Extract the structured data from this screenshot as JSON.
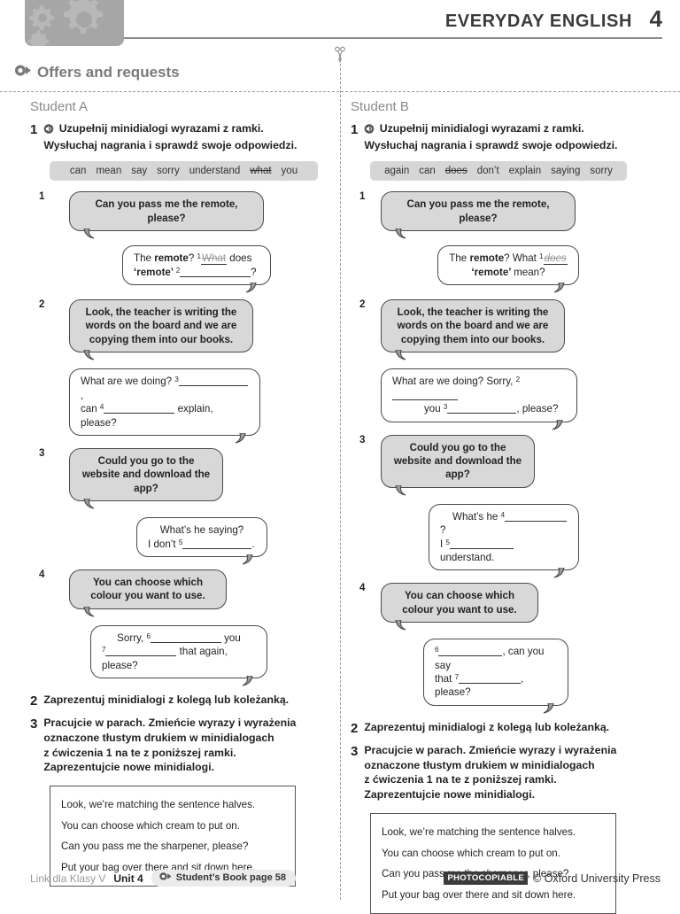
{
  "header": {
    "title": "EVERYDAY ENGLISH",
    "unit_number": "4",
    "gear_icon": "gears-decoration"
  },
  "section": {
    "icon": "eye-arrow-icon",
    "title": "Offers and requests",
    "cut_icon": "scissors-icon"
  },
  "colors": {
    "bubble_prompt_fill": "#d8d8d8",
    "bubble_stroke": "#4a4a4a",
    "wordbank_fill": "#d6d6d6",
    "header_box": "#a6a6a6",
    "muted_text": "#8a8a8a"
  },
  "students": [
    {
      "label": "Student A",
      "exercise1": {
        "number": "1",
        "audio_icon": "audio-speaker-icon",
        "line1": "Uzupełnij minidialogi wyrazami z ramki.",
        "line2": "Wysłuchaj nagrania i sprawdź swoje odpowiedzi."
      },
      "wordbank": [
        {
          "word": "can",
          "struck": false
        },
        {
          "word": "mean",
          "struck": false
        },
        {
          "word": "say",
          "struck": false
        },
        {
          "word": "sorry",
          "struck": false
        },
        {
          "word": "understand",
          "struck": false
        },
        {
          "word": "what",
          "struck": true
        },
        {
          "word": "you",
          "struck": false
        }
      ],
      "dialogues": [
        {
          "number": "1",
          "prompt": "Can you pass me the remote, please?",
          "answer_line1_a": "The ",
          "answer_bold1": "remote",
          "answer_line1_b": "? ",
          "answer_sup1": "1",
          "answer_filled": "What",
          "answer_line1_c": " does",
          "answer_line2_a": "‘remote’ ",
          "answer_sup2": "2",
          "answer_line2_b": "?"
        },
        {
          "number": "2",
          "prompt": "Look, the teacher is writing the words on the board and we are copying them into our books.",
          "answer_line1_a": "What are we doing? ",
          "answer_sup1": "3",
          "answer_line1_b": ",",
          "answer_line2_a": "can ",
          "answer_sup2": "4",
          "answer_line2_b": " explain, please?"
        },
        {
          "number": "3",
          "prompt": "Could you go to the website and download the app?",
          "answer_line1_a": "What’s he saying?",
          "answer_line2_a": "I don’t ",
          "answer_sup2": "5",
          "answer_line2_b": "."
        },
        {
          "number": "4",
          "prompt": "You can choose which colour you want to use.",
          "answer_line1_a": "Sorry, ",
          "answer_sup1": "6",
          "answer_line1_b": " you",
          "answer_sup2": "7",
          "answer_line2_b": " that again, please?"
        }
      ],
      "exercise2": {
        "number": "2",
        "text": "Zaprezentuj minidialogi z kolegą lub koleżanką."
      },
      "exercise3": {
        "number": "3",
        "line1": "Pracujcie w parach. Zmieńcie wyrazy i wyrażenia",
        "line2": "oznaczone tłustym drukiem w minidialogach",
        "line3": "z ćwiczenia 1 na te z poniższej ramki.",
        "line4": "Zaprezentujcie nowe minidialogi."
      },
      "example_sentences": [
        "Look, we’re matching the sentence halves.",
        "You can choose which cream to put on.",
        "Can you pass me the sharpener, please?",
        "Put your bag over there and sit down here."
      ]
    },
    {
      "label": "Student B",
      "exercise1": {
        "number": "1",
        "audio_icon": "audio-speaker-icon",
        "line1": "Uzupełnij minidialogi wyrazami z ramki.",
        "line2": "Wysłuchaj nagrania i sprawdź swoje odpowiedzi."
      },
      "wordbank": [
        {
          "word": "again",
          "struck": false
        },
        {
          "word": "can",
          "struck": false
        },
        {
          "word": "does",
          "struck": true
        },
        {
          "word": "don’t",
          "struck": false
        },
        {
          "word": "explain",
          "struck": false
        },
        {
          "word": "saying",
          "struck": false
        },
        {
          "word": "sorry",
          "struck": false
        }
      ],
      "dialogues": [
        {
          "number": "1",
          "prompt": "Can you pass me the remote, please?",
          "answer_line1_a": "The ",
          "answer_bold1": "remote",
          "answer_line1_b": "? What ",
          "answer_sup1": "1",
          "answer_filled": "does",
          "answer_line2_a": "‘remote’ ",
          "answer_line2_b": "mean?"
        },
        {
          "number": "2",
          "prompt": "Look, the teacher is writing the words on the board and we are copying them into our books.",
          "answer_line1_a": "What are we doing? Sorry, ",
          "answer_sup1": "2",
          "answer_line2_a": "you ",
          "answer_sup2": "3",
          "answer_line2_b": ", please?"
        },
        {
          "number": "3",
          "prompt": "Could you go to the website and download the app?",
          "answer_line1_a": "What’s he ",
          "answer_sup1": "4",
          "answer_line1_b": "?",
          "answer_line2_a": "I ",
          "answer_sup2": "5",
          "answer_line2_b": " understand."
        },
        {
          "number": "4",
          "prompt": "You can choose which colour you want to use.",
          "answer_sup1": "6",
          "answer_line1_b": ", can you say",
          "answer_line2_a": "that ",
          "answer_sup2": "7",
          "answer_line2_b": ", please?"
        }
      ],
      "exercise2": {
        "number": "2",
        "text": "Zaprezentuj minidialogi z kolegą lub koleżanką."
      },
      "exercise3": {
        "number": "3",
        "line1": "Pracujcie w parach. Zmieńcie wyrazy i wyrażenia",
        "line2": "oznaczone tłustym drukiem w minidialogach",
        "line3": "z ćwiczenia 1 na te z poniższej ramki.",
        "line4": "Zaprezentujcie nowe minidialogi."
      },
      "example_sentences": [
        "Look, we’re matching the sentence halves.",
        "You can choose which cream to put on.",
        "Can you pass me the sharpener, please?",
        "Put your bag over there and sit down here."
      ]
    }
  ],
  "footer": {
    "series": "Link dla Klasy V",
    "unit": "Unit 4",
    "pill_icon": "eye-arrow-icon",
    "pill_text": "Student’s Book page 58",
    "photocopiable": "PHOTOCOPIABLE",
    "copyright": "© Oxford University Press"
  }
}
